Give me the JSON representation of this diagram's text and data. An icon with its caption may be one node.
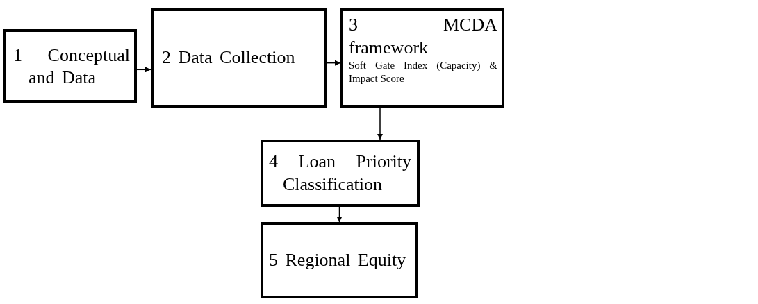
{
  "diagram": {
    "nodes": [
      {
        "text": [
          "1 Conceptual and Data"
        ]
      },
      {
        "text": [
          "2 Data Collection"
        ]
      },
      {
        "text": [
          "3 MCDA framework",
          "Soft Gate Index (Capacity) & Impact Score"
        ]
      },
      {
        "text": [
          "4 Loan Priority Classification"
        ]
      },
      {
        "text": [
          "5 Regional Equity"
        ]
      }
    ],
    "edges": [
      {
        "from": 0,
        "to": 1,
        "arrow": "to"
      },
      {
        "from": 1,
        "to": 2,
        "arrow": "to"
      },
      {
        "from": 2,
        "to": 3,
        "arrow": "to"
      },
      {
        "from": 3,
        "to": 4,
        "arrow": "to"
      }
    ]
  }
}
